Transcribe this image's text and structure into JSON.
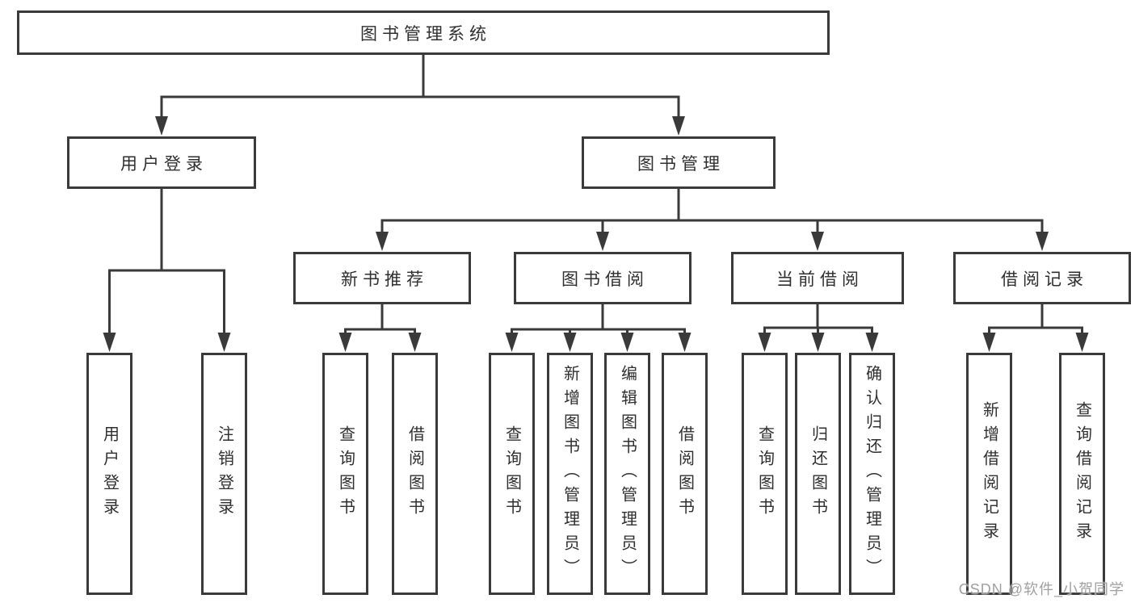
{
  "diagram": {
    "root": {
      "label": "图书管理系统"
    },
    "level2": [
      {
        "label": "用户登录"
      },
      {
        "label": "图书管理"
      }
    ],
    "level3": [
      {
        "label": "新书推荐",
        "parent": "图书管理"
      },
      {
        "label": "图书借阅",
        "parent": "图书管理"
      },
      {
        "label": "当前借阅",
        "parent": "图书管理"
      },
      {
        "label": "借阅记录",
        "parent": "图书管理"
      }
    ],
    "leaves": [
      {
        "label": "用户登录",
        "parent": "用户登录"
      },
      {
        "label": "注销登录",
        "parent": "用户登录"
      },
      {
        "label": "查询图书",
        "parent": "新书推荐"
      },
      {
        "label": "借阅图书",
        "parent": "新书推荐"
      },
      {
        "label": "查询图书",
        "parent": "图书借阅"
      },
      {
        "label": "新增图书（管理员）",
        "parent": "图书借阅"
      },
      {
        "label": "编辑图书（管理员）",
        "parent": "图书借阅"
      },
      {
        "label": "借阅图书",
        "parent": "图书借阅"
      },
      {
        "label": "查询图书",
        "parent": "当前借阅"
      },
      {
        "label": "归还图书",
        "parent": "当前借阅"
      },
      {
        "label": "确认归还（管理员）",
        "parent": "当前借阅"
      },
      {
        "label": "新增借阅记录",
        "parent": "借阅记录"
      },
      {
        "label": "查询借阅记录",
        "parent": "借阅记录"
      }
    ]
  },
  "watermark": {
    "text": "CSDN @软件_小贺同学"
  },
  "colors": {
    "line": "#3a3a3a",
    "border": "#3a3a3a",
    "text": "#2f2f2f",
    "watermark": "#a0a0a0",
    "background": "#ffffff"
  }
}
